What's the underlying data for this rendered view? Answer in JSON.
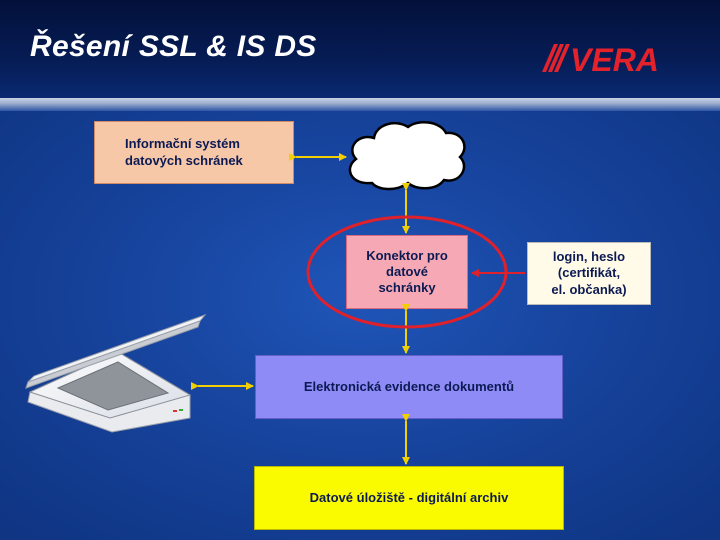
{
  "slide": {
    "title": "Řešení SSL & IS DS",
    "logo_text": "VERA"
  },
  "diagram": {
    "isds_box": "Informační systém\ndatových schránek",
    "connector_box": "Konektor pro\ndatové\nschránky",
    "login_box": "login, heslo\n(certifikát,\nel. občanka)",
    "records_box": "Elektronická evidence dokumentů",
    "archive_box": "Datové úložiště - digitální archiv"
  },
  "colors": {
    "arrow": "#f2cf00",
    "highlight_ellipse": "#e0202a",
    "logo_red": "#e3222b"
  }
}
